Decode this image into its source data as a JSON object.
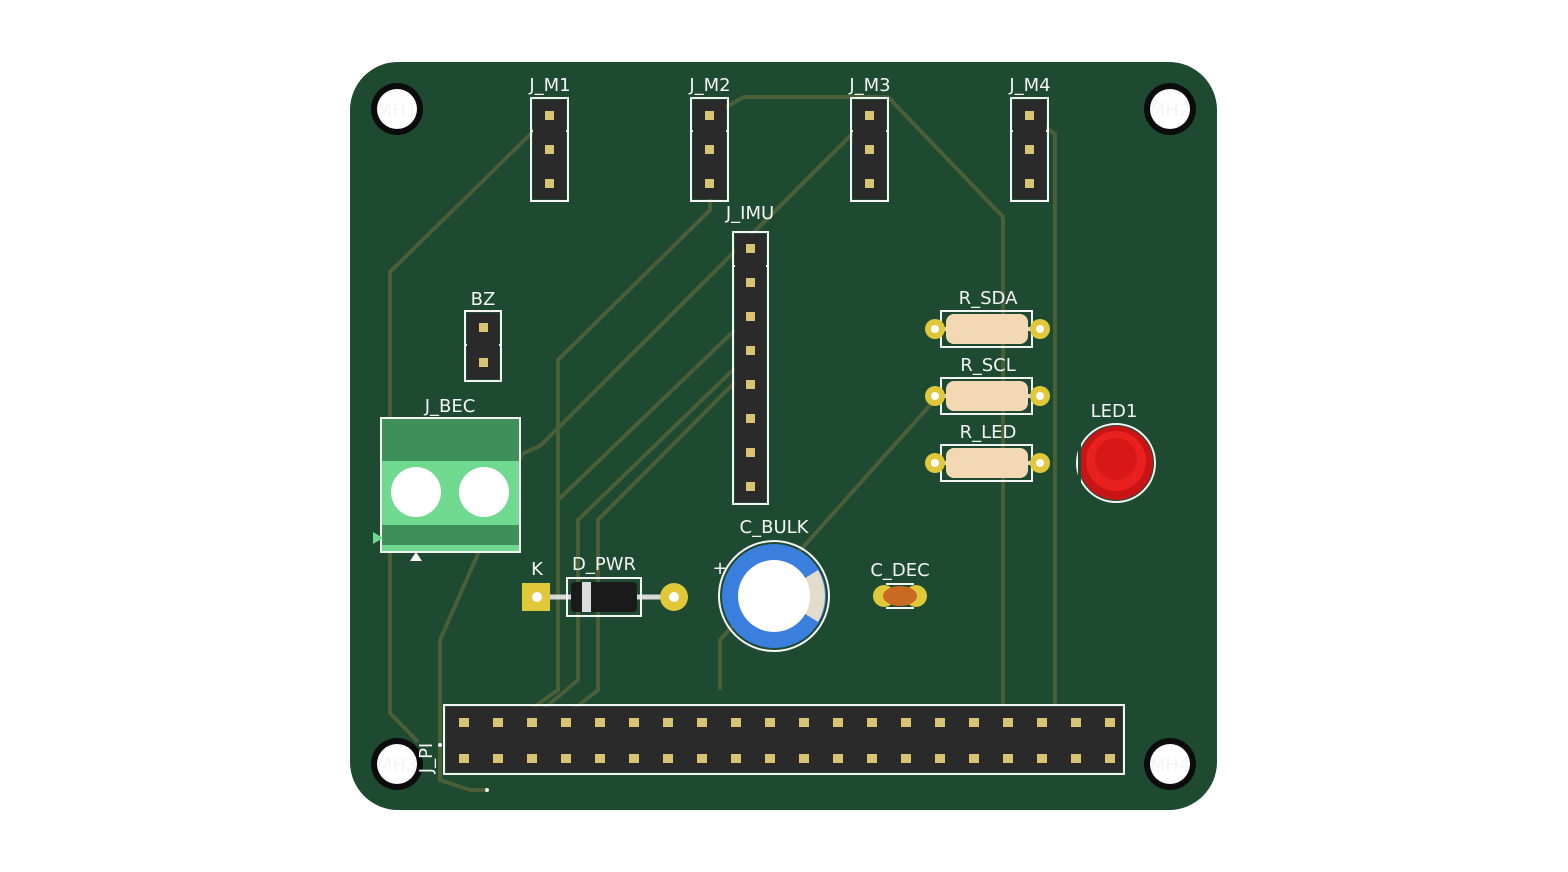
{
  "board": {
    "colors": {
      "substrate": "#1e4a32",
      "trace": "#4a5e38",
      "silkscreen": "#f4f4f4",
      "pad": "#d8c473",
      "header_body": "#2a2a2a",
      "terminal_body": "#6fd98f",
      "resistor_body": "#f2d9b3",
      "led": "#d81c1c",
      "capacitor_sleeve": "#3a7ede",
      "capacitor_ceramic": "#c96a22",
      "diode_body": "#1a1a1a"
    },
    "mounting_holes": [
      {
        "label": "MH1"
      },
      {
        "label": "MH2"
      },
      {
        "label": "MH3"
      },
      {
        "label": "MH4"
      }
    ],
    "components": {
      "j_m1": "J_M1",
      "j_m2": "J_M2",
      "j_m3": "J_M3",
      "j_m4": "J_M4",
      "j_imu": "J_IMU",
      "bz": "BZ",
      "j_bec": "J_BEC",
      "r_sda": "R_SDA",
      "r_scl": "R_SCL",
      "r_led": "R_LED",
      "led1": "LED1",
      "c_bulk": "C_BULK",
      "c_bulk_polarity": "+",
      "c_dec": "C_DEC",
      "d_pwr": "D_PWR",
      "d_pwr_cathode": "K",
      "j_pi": "J_PI"
    }
  }
}
